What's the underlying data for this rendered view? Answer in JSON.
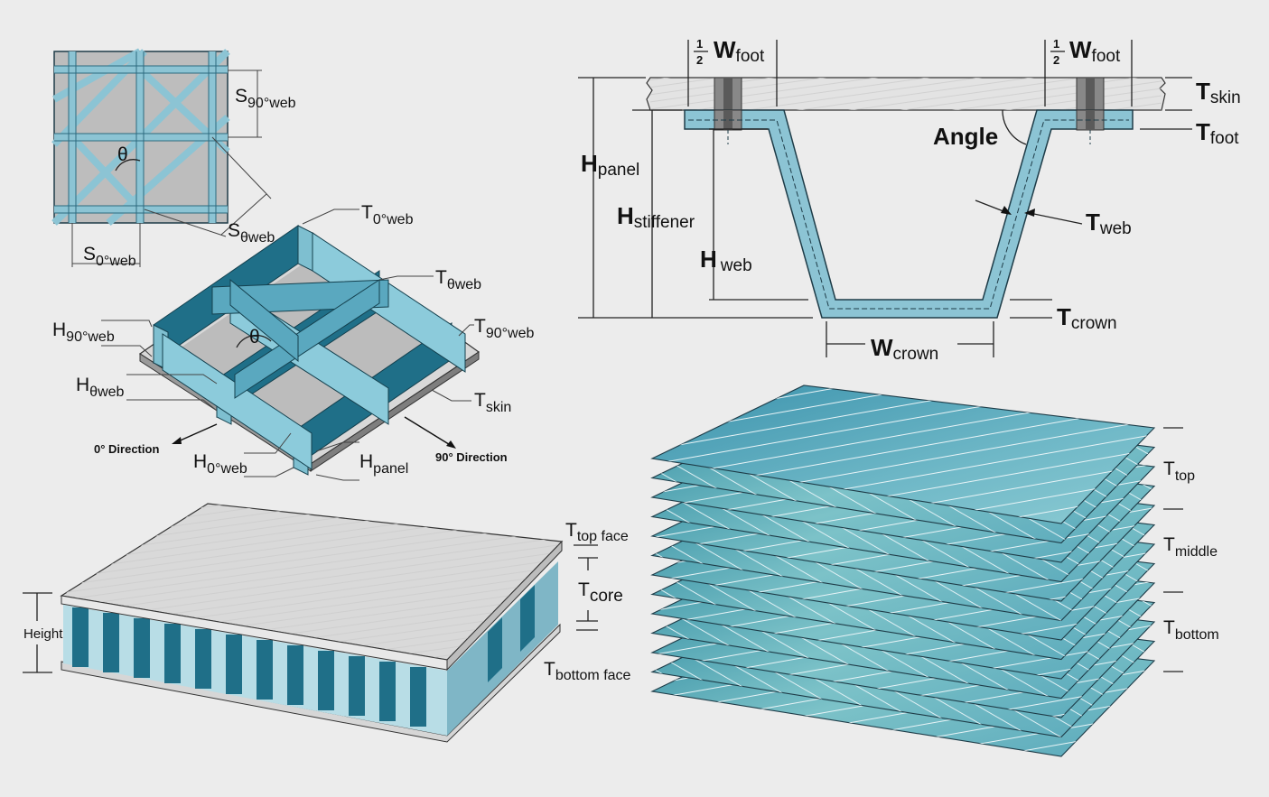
{
  "colors": {
    "background": "#ececec",
    "teal": "#8cc4d4",
    "teal_dark": "#1e6e86",
    "teal_mid": "#4e9fb8",
    "gray_panel": "#b9b9b9",
    "skin": "#dedede"
  },
  "grid_top": {
    "theta": "θ",
    "s90": {
      "base": "S",
      "sub": "90°web"
    },
    "stheta": {
      "base": "S",
      "sub": "θweb"
    },
    "s0": {
      "base": "S",
      "sub": "0°web"
    }
  },
  "grid_iso": {
    "theta": "θ",
    "t0": {
      "base": "T",
      "sub": "0°web"
    },
    "ttheta": {
      "base": "T",
      "sub": "θweb"
    },
    "t90": {
      "base": "T",
      "sub": "90°web"
    },
    "tskin": {
      "base": "T",
      "sub": "skin"
    },
    "h90": {
      "base": "H",
      "sub": "90°web"
    },
    "htheta": {
      "base": "H",
      "sub": "θweb"
    },
    "h0": {
      "base": "H",
      "sub": "0°web"
    },
    "hpanel": {
      "base": "H",
      "sub": "panel"
    },
    "dir0": "0° Direction",
    "dir90": "90° Direction"
  },
  "hat_stiffener": {
    "frac_num": "1",
    "frac_den": "2",
    "wfoot": {
      "base": "W",
      "sub": "foot"
    },
    "tskin": {
      "base": "T",
      "sub": "skin"
    },
    "tfoot": {
      "base": "T",
      "sub": "foot"
    },
    "angle": "Angle",
    "hpanel": {
      "base": "H",
      "sub": "panel"
    },
    "hstiffener": {
      "base": "H",
      "sub": "stiffener"
    },
    "tweb": {
      "base": "T",
      "sub": "web"
    },
    "hweb": {
      "base": "H",
      "sub": "web"
    },
    "tcrown": {
      "base": "T",
      "sub": "crown"
    },
    "wcrown": {
      "base": "W",
      "sub": "crown"
    }
  },
  "sandwich": {
    "ttop": {
      "base": "T",
      "sub": "top face"
    },
    "tcore": {
      "base": "T",
      "sub": "core"
    },
    "tbottom": {
      "base": "T",
      "sub": "bottom face"
    },
    "height": "Height"
  },
  "laminate": {
    "ttop": {
      "base": "T",
      "sub": "top"
    },
    "tmiddle": {
      "base": "T",
      "sub": "middle"
    },
    "tbottom": {
      "base": "T",
      "sub": "bottom"
    }
  }
}
